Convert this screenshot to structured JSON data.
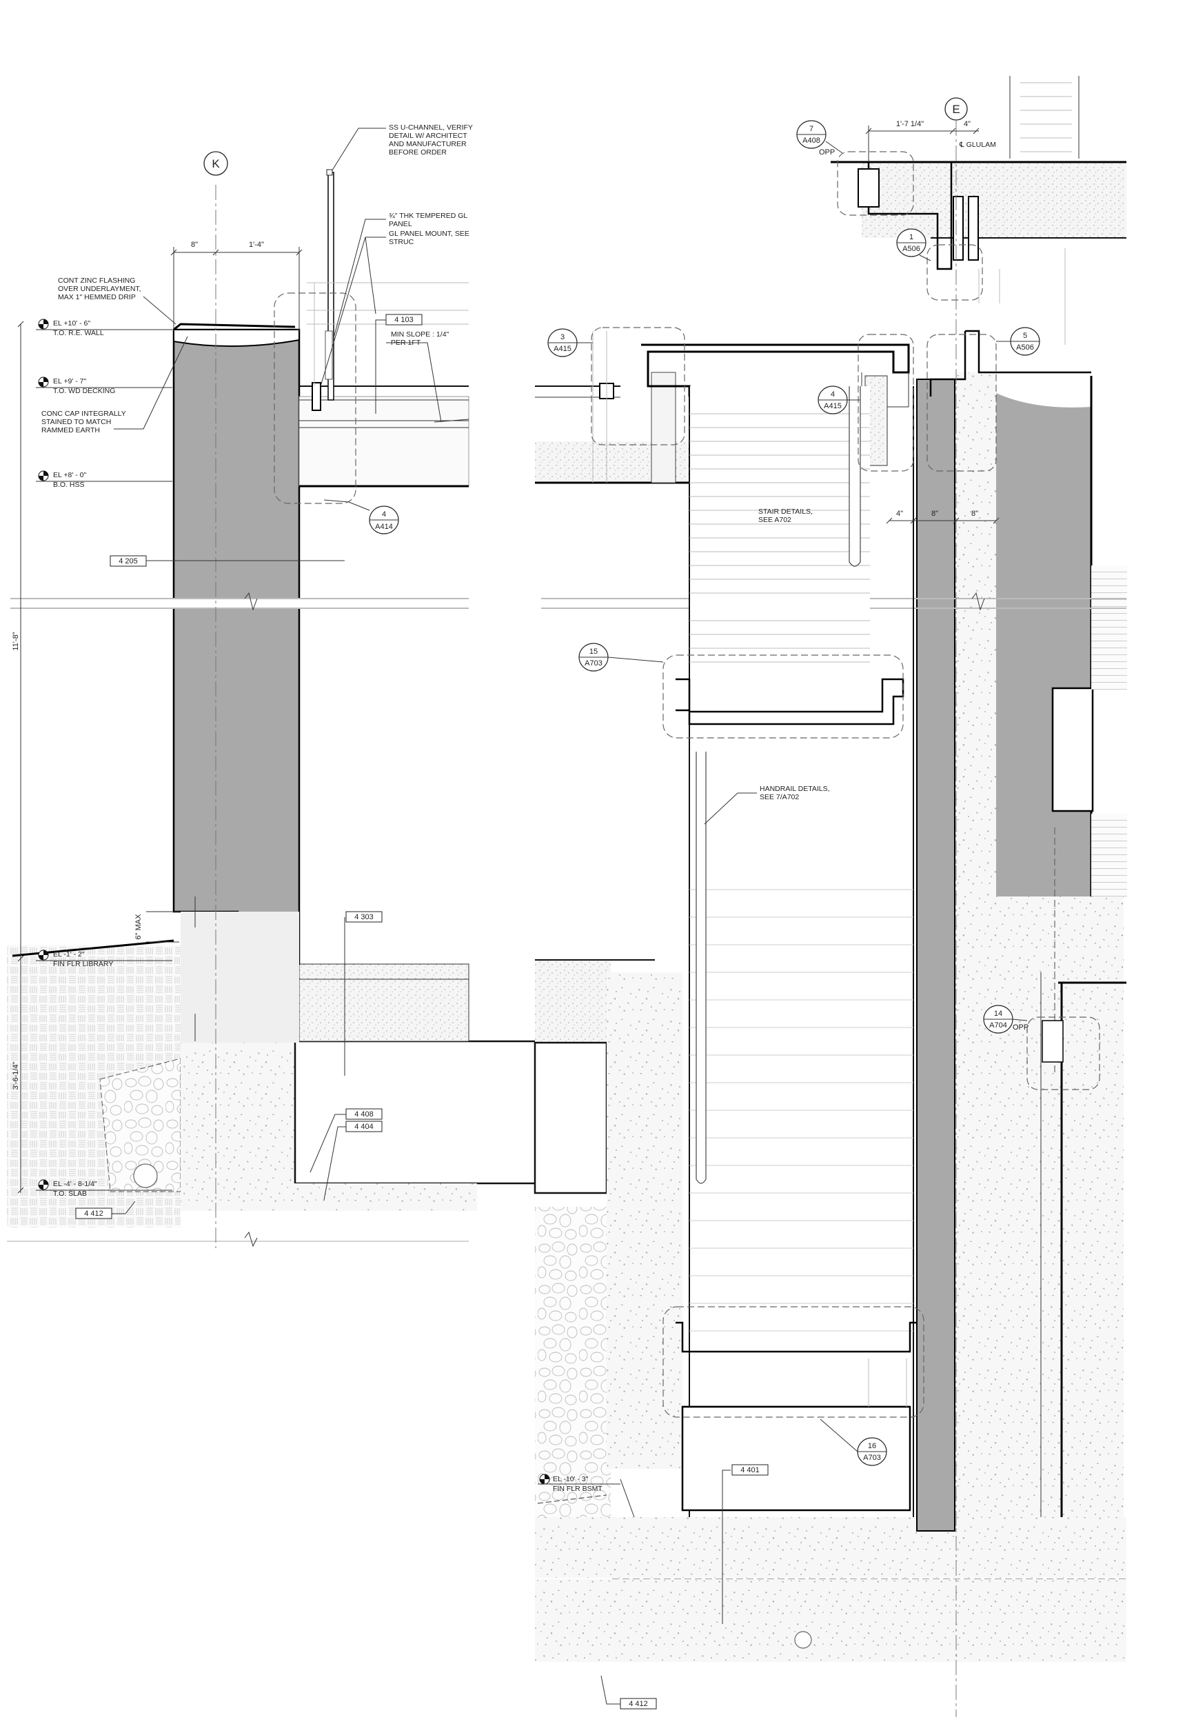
{
  "left_section": {
    "grid": "K",
    "dims": {
      "d1": "8\"",
      "d2": "1'-4\""
    },
    "notes": {
      "uchannel": [
        "SS U-CHANNEL, VERIFY",
        "DETAIL W/ ARCHITECT",
        "AND MANUFACTURER",
        "BEFORE ORDER"
      ],
      "glass": [
        "¾\" THK TEMPERED GL",
        "PANEL"
      ],
      "mount": [
        "GL PANEL MOUNT, SEE",
        "STRUC"
      ],
      "flashing": [
        "CONT ZINC FLASHING",
        "OVER UNDERLAYMENT,",
        "MAX 1\" HEMMED DRIP"
      ],
      "slope": [
        "MIN SLOPE : 1/4\"",
        "PER 1FT"
      ],
      "cap": [
        "CONC CAP INTEGRALLY",
        "STAINED TO MATCH",
        "RAMMED EARTH"
      ],
      "six_max": "6\" MAX"
    },
    "elevations": [
      {
        "value": "EL +10' - 6\"",
        "name": "T.O. R.E. WALL"
      },
      {
        "value": "EL +9' - 7\"",
        "name": "T.O. WD DECKING"
      },
      {
        "value": "EL +8' - 0\"",
        "name": "B.O. HSS"
      },
      {
        "value": "EL -1' - 2\"",
        "name": "FIN FLR LIBRARY"
      },
      {
        "value": "EL -4' - 8-1/4\"",
        "name": "T.O. SLAB"
      }
    ],
    "vertical_dims": {
      "overall": "11'-8\"",
      "lower": "3'-6-1/4\""
    },
    "tags": {
      "t1": "4 103",
      "t2": "4 205",
      "t3": "4 303",
      "t4": "4 408",
      "t5": "4 404",
      "t6": "4 412"
    },
    "callouts": [
      {
        "num": "4",
        "sheet": "A414"
      }
    ]
  },
  "right_section": {
    "grid": "E",
    "dims": {
      "d1": "1'-7 1/4\"",
      "d2": "4\"",
      "d3": "4\"",
      "d4": "8\"",
      "d5": "8\""
    },
    "glulam": "℄ GLULAM",
    "notes": {
      "stair": [
        "STAIR DETAILS,",
        "SEE A702"
      ],
      "handrail": [
        "HANDRAIL DETAILS,",
        "SEE 7/A702"
      ]
    },
    "elevations": [
      {
        "value": "EL -10' - 3\"",
        "name": "FIN FLR BSMT"
      }
    ],
    "callouts": [
      {
        "num": "7",
        "sheet": "A408",
        "sub": "OPP"
      },
      {
        "num": "1",
        "sheet": "A506"
      },
      {
        "num": "3",
        "sheet": "A415"
      },
      {
        "num": "4",
        "sheet": "A415"
      },
      {
        "num": "5",
        "sheet": "A506"
      },
      {
        "num": "15",
        "sheet": "A703"
      },
      {
        "num": "14",
        "sheet": "A704",
        "sub": "OPP"
      },
      {
        "num": "16",
        "sheet": "A703"
      }
    ],
    "tags": {
      "t1": "4 401",
      "t2": "4 412"
    }
  }
}
